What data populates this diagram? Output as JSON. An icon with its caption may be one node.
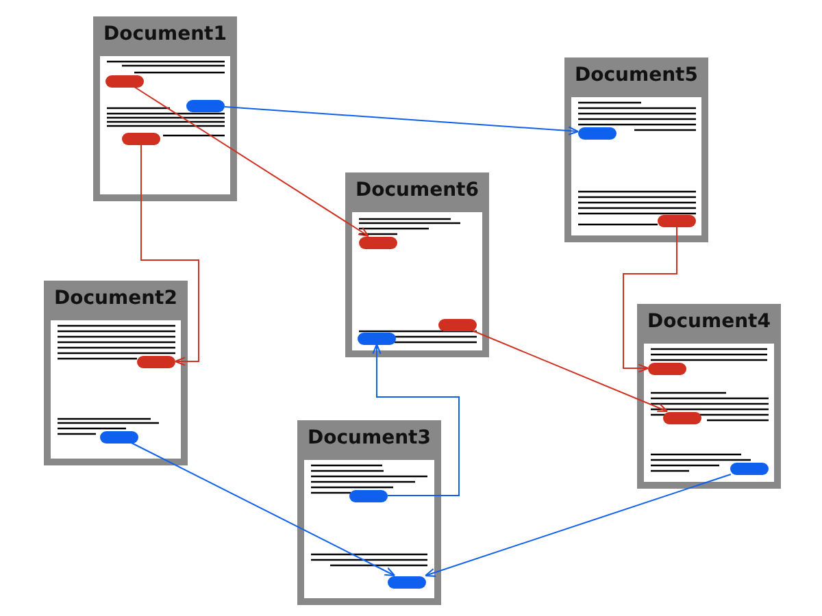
{
  "diagram": {
    "nodes": [
      {
        "text": [
          "Document1"
        ]
      },
      {
        "text": [],
        "shape": "bar",
        "in": 0
      },
      {
        "text": [],
        "shape": "bar",
        "in": 0
      },
      {
        "text": [],
        "shape": "bar",
        "in": 0
      },
      {
        "text": [
          "Document5"
        ]
      },
      {
        "text": [],
        "shape": "bar",
        "in": 4
      },
      {
        "text": [],
        "shape": "bar",
        "in": 4
      },
      {
        "text": [
          "Document6"
        ]
      },
      {
        "text": [],
        "shape": "bar",
        "in": 7
      },
      {
        "text": [],
        "shape": "bar",
        "in": 7
      },
      {
        "text": [],
        "shape": "bar",
        "in": 7
      },
      {
        "text": [
          "Document2"
        ]
      },
      {
        "text": [],
        "shape": "bar",
        "in": 11
      },
      {
        "text": [],
        "shape": "bar",
        "in": 11
      },
      {
        "text": [
          "Document4"
        ]
      },
      {
        "text": [],
        "shape": "bar",
        "in": 14
      },
      {
        "text": [],
        "shape": "bar",
        "in": 14
      },
      {
        "text": [],
        "shape": "bar",
        "in": 14
      },
      {
        "text": [
          "Document3"
        ]
      },
      {
        "text": [],
        "shape": "bar",
        "in": 18
      },
      {
        "text": [],
        "shape": "bar",
        "in": 18
      }
    ],
    "edges": [
      {
        "from": 1,
        "to": 8,
        "arrow": "to",
        "color": "#d03020"
      },
      {
        "from": 2,
        "to": 5,
        "arrow": "to",
        "color": "#1060f0"
      },
      {
        "from": 3,
        "to": 12,
        "arrow": "to",
        "color": "#d03020"
      },
      {
        "from": 6,
        "to": 15,
        "arrow": "to",
        "color": "#d03020"
      },
      {
        "from": 9,
        "to": 16,
        "arrow": "to",
        "color": "#d03020"
      },
      {
        "from": 19,
        "to": 10,
        "arrow": "to",
        "color": "#1060f0"
      },
      {
        "from": 13,
        "to": 20,
        "arrow": "to",
        "color": "#1060f0"
      },
      {
        "from": 17,
        "to": 20,
        "arrow": "to",
        "color": "#1060f0"
      }
    ]
  }
}
